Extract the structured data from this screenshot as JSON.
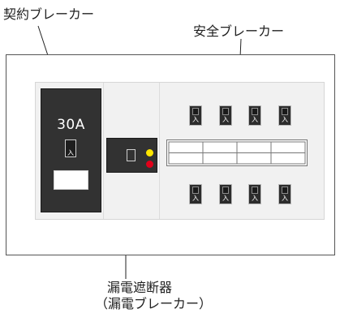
{
  "labels": {
    "main_breaker": "契約ブレーカー",
    "branch_breaker": "安全ブレーカー",
    "leakage_breaker_line1": "漏電遮断器",
    "leakage_breaker_line2": "（漏電ブレーカー）"
  },
  "main_breaker": {
    "rating": "30A",
    "switch_mark": "入"
  },
  "branch_breakers": {
    "switch_mark": "入",
    "top_row_count": 4,
    "bottom_row_count": 4
  },
  "colors": {
    "breaker_body": "#323232",
    "led_yellow": "#ffe600",
    "led_red": "#e2001a",
    "panel_bg": "#f1f1f1"
  }
}
